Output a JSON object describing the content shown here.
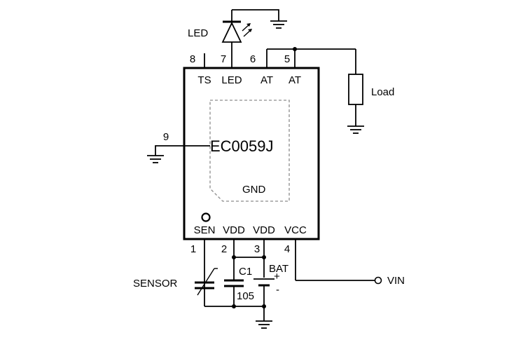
{
  "chip": {
    "part_number": "EC0059J",
    "pad_label": "GND"
  },
  "pins_top": [
    {
      "number": "8",
      "name": "TS"
    },
    {
      "number": "7",
      "name": "LED"
    },
    {
      "number": "6",
      "name": "AT"
    },
    {
      "number": "5",
      "name": "AT"
    }
  ],
  "pins_bottom": [
    {
      "number": "1",
      "name": "SEN"
    },
    {
      "number": "2",
      "name": "VDD"
    },
    {
      "number": "3",
      "name": "VDD"
    },
    {
      "number": "4",
      "name": "VCC"
    }
  ],
  "pin_side": {
    "number": "9"
  },
  "components": {
    "led": "LED",
    "load": "Load",
    "sensor": "SENSOR",
    "capacitor_name": "C1",
    "capacitor_value": "105",
    "battery": "BAT",
    "battery_plus": "+",
    "battery_minus": "-",
    "supply": "VIN"
  }
}
